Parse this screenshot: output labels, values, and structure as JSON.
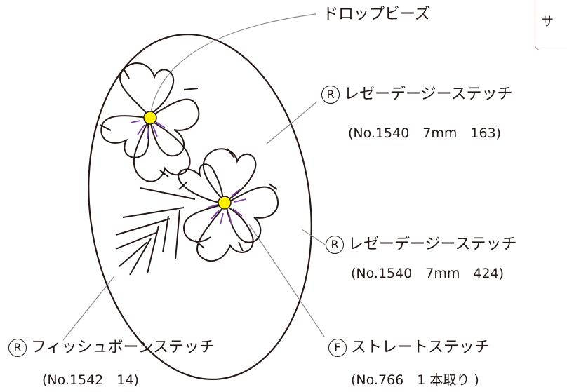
{
  "labels": {
    "drop_beads": "ドロップビーズ",
    "lazy_daisy_1": {
      "badge": "R",
      "name": "レゼーデージーステッチ",
      "spec": "(No.1540　7mm　163)"
    },
    "lazy_daisy_2": {
      "badge": "R",
      "name": "レゼーデージーステッチ",
      "spec": "(No.1540　7mm　424)"
    },
    "fishbone": {
      "badge": "R",
      "name": "フィッシュボーンステッチ",
      "spec": "(No.1542　14)"
    },
    "straight": {
      "badge": "F",
      "name": "ストレートステッチ",
      "spec": "(No.766　1 本取り )"
    }
  },
  "corner_note": {
    "text": "サ"
  },
  "colors": {
    "outline": "#231815",
    "bead_fill": "#fff100",
    "stitch_accent": "#7b3fa0",
    "leader_line": "#898989",
    "corner_border": "#a08b86"
  }
}
